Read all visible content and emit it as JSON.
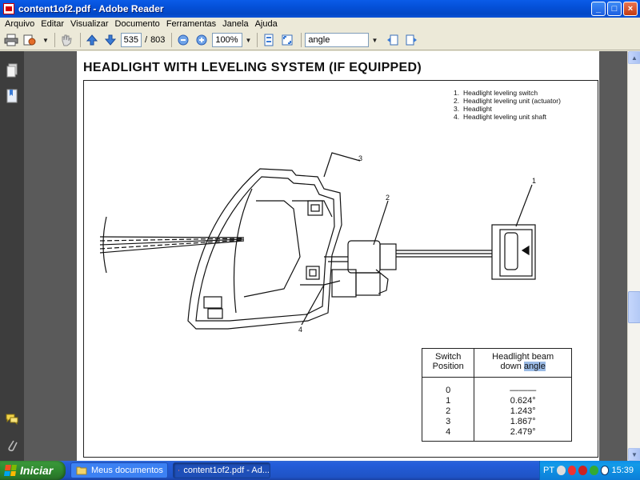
{
  "window": {
    "title": "content1of2.pdf - Adobe Reader",
    "buttons": {
      "minimize": "_",
      "maximize": "□",
      "close": "×"
    }
  },
  "menu": [
    "Arquivo",
    "Editar",
    "Visualizar",
    "Documento",
    "Ferramentas",
    "Janela",
    "Ajuda"
  ],
  "toolbar": {
    "page_current": "535",
    "page_separator": "/",
    "page_total": "803",
    "zoom": "100%",
    "search_value": "angle"
  },
  "page": {
    "title": "HEADLIGHT WITH LEVELING SYSTEM (IF EQUIPPED)",
    "legend": [
      {
        "num": "1.",
        "text": "Headlight leveling switch"
      },
      {
        "num": "2.",
        "text": "Headlight leveling unit (actuator)"
      },
      {
        "num": "3.",
        "text": "Headlight"
      },
      {
        "num": "4.",
        "text": "Headlight leveling unit shaft"
      }
    ],
    "callouts": [
      "1",
      "2",
      "3",
      "4"
    ],
    "table": {
      "col1_header_line1": "Switch",
      "col1_header_line2": "Position",
      "col2_header_line1": "Headlight beam",
      "col2_header_line2": "down",
      "col2_header_highlight": "angle",
      "positions": [
        "0",
        "1",
        "2",
        "3",
        "4"
      ],
      "angles": [
        "———",
        "0.624°",
        "1.243°",
        "1.867°",
        "2.479°"
      ]
    }
  },
  "taskbar": {
    "start_label": "Iniciar",
    "tasks": [
      {
        "label": "Meus documentos"
      },
      {
        "label": "content1of2.pdf - Ad..."
      }
    ],
    "lang": "PT",
    "clock": "15:39"
  }
}
